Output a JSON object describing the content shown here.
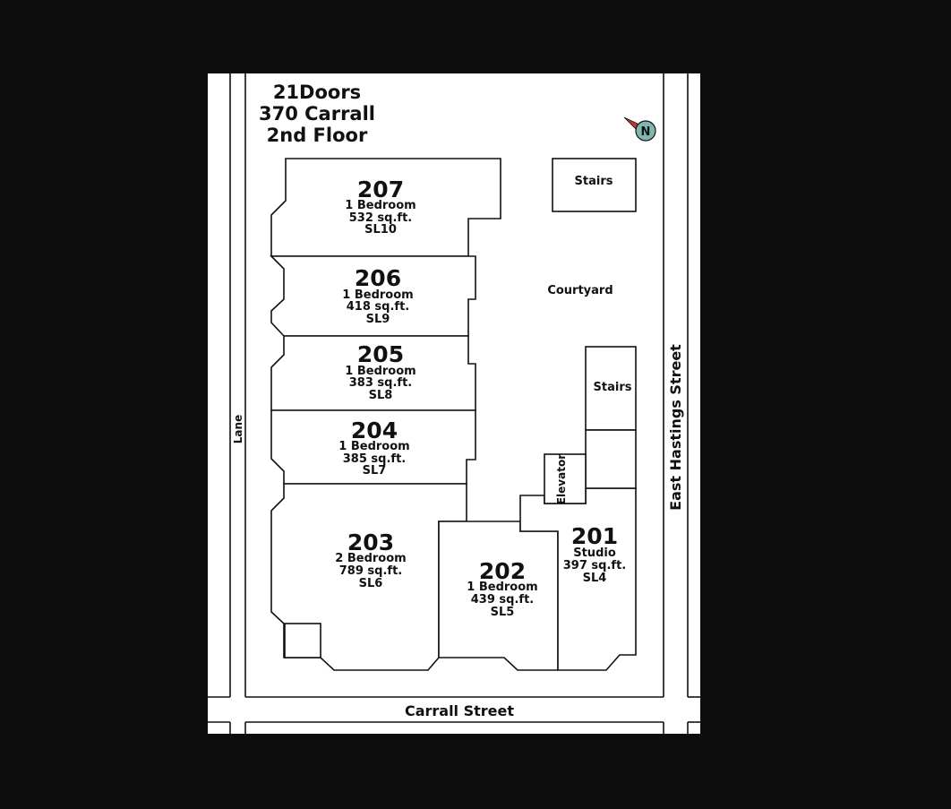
{
  "title": {
    "line1": "21Doors",
    "line2": "370 Carrall",
    "line3": "2nd Floor"
  },
  "compass": {
    "letter": "N",
    "icon": "north-arrow-icon",
    "color": "#7fb8b0"
  },
  "streets": {
    "bottom": "Carrall Street",
    "right": "East Hastings Street",
    "left": "Lane"
  },
  "areas": {
    "courtyard": "Courtyard",
    "stairs_top": "Stairs",
    "stairs_right": "Stairs",
    "elevator": "Elevator"
  },
  "units": {
    "u207": {
      "number": "207",
      "type": "1 Bedroom",
      "size": "532 sq.ft.",
      "strata": "SL10"
    },
    "u206": {
      "number": "206",
      "type": "1 Bedroom",
      "size": "418 sq.ft.",
      "strata": "SL9"
    },
    "u205": {
      "number": "205",
      "type": "1 Bedroom",
      "size": "383 sq.ft.",
      "strata": "SL8"
    },
    "u204": {
      "number": "204",
      "type": "1 Bedroom",
      "size": "385 sq.ft.",
      "strata": "SL7"
    },
    "u203": {
      "number": "203",
      "type": "2 Bedroom",
      "size": "789 sq.ft.",
      "strata": "SL6"
    },
    "u202": {
      "number": "202",
      "type": "1 Bedroom",
      "size": "439 sq.ft.",
      "strata": "SL5"
    },
    "u201": {
      "number": "201",
      "type": "Studio",
      "size": "397 sq.ft.",
      "strata": "SL4"
    }
  }
}
